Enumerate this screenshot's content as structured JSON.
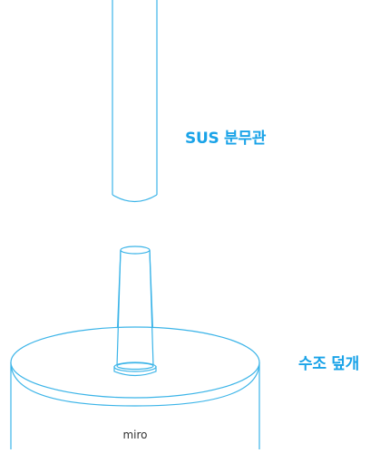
{
  "labels": {
    "pipe": "SUS 분무관",
    "lid": "수조 덮개"
  },
  "brand": "miro",
  "colors": {
    "outline": "#3bb4e8",
    "label": "#1aa3e8",
    "brand": "#333333",
    "background": "#ffffff"
  }
}
